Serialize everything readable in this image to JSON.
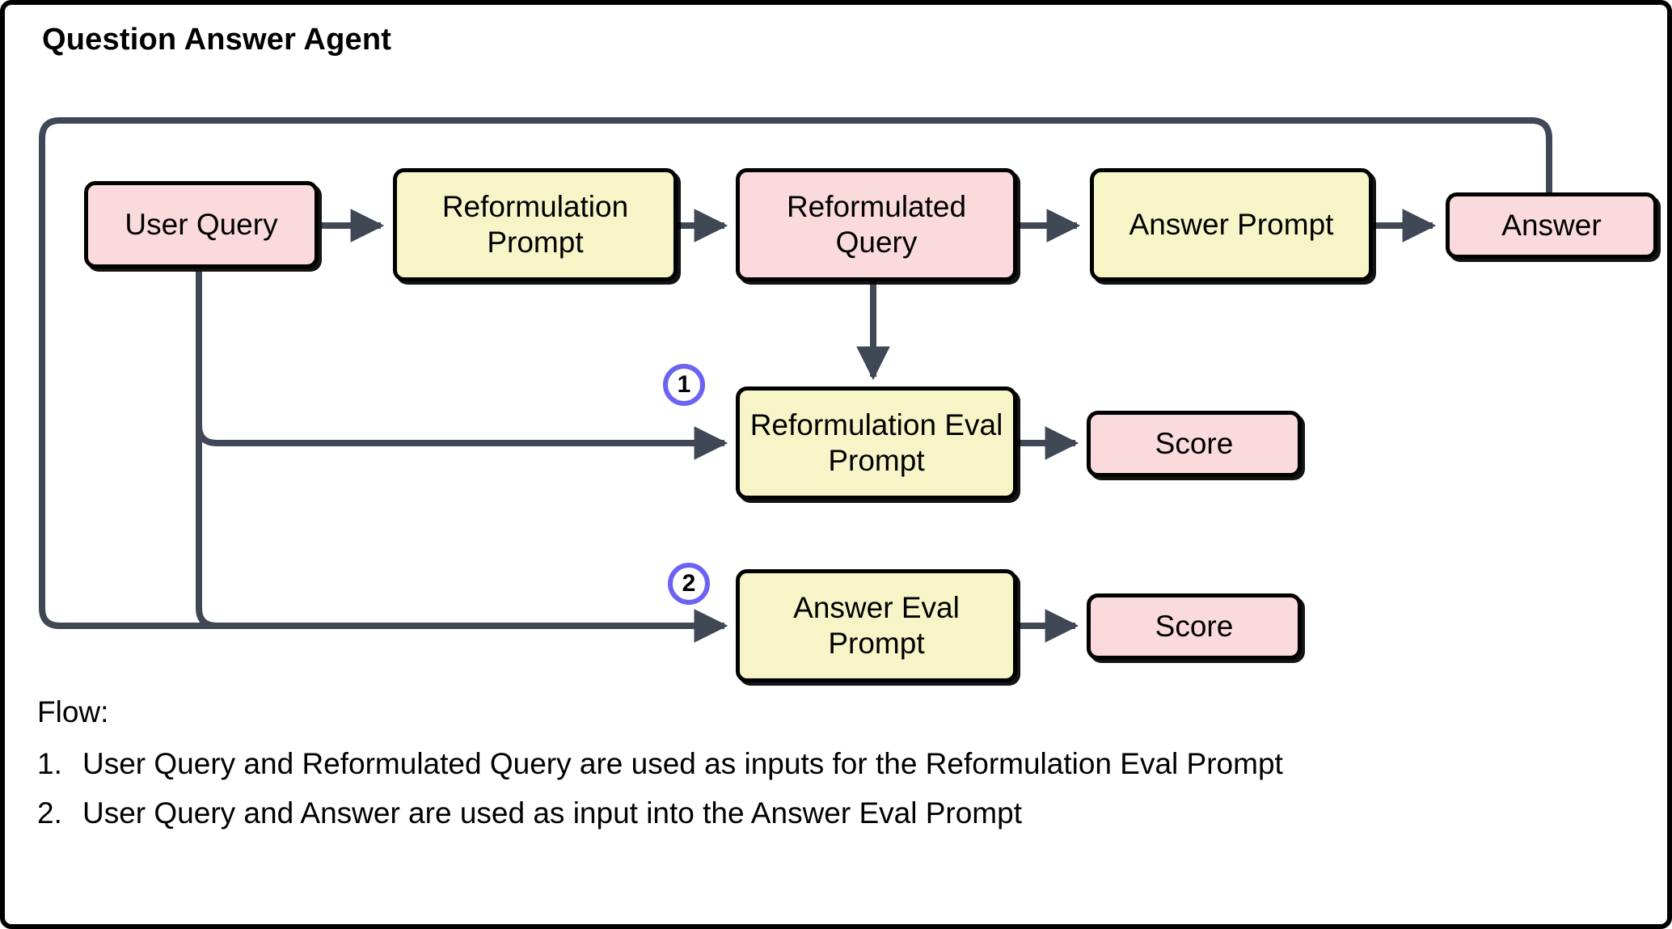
{
  "title": "Question Answer Agent",
  "colors": {
    "source_fill": "#FADADD",
    "prompt_fill": "#F7F5C8",
    "node_border": "#000000",
    "edge": "#3F4854",
    "badge_ring": "#6B63F2",
    "frame_border": "#000000",
    "background": "#FFFFFF"
  },
  "nodes": {
    "user_query": {
      "label": "User Query",
      "kind": "pink"
    },
    "reformulation_prompt": {
      "label": "Reformulation Prompt",
      "kind": "yellow"
    },
    "reformulated_query": {
      "label": "Reformulated Query",
      "kind": "pink"
    },
    "answer_prompt": {
      "label": "Answer Prompt",
      "kind": "yellow"
    },
    "answer": {
      "label": "Answer",
      "kind": "pink"
    },
    "reformulation_eval_prompt": {
      "label": "Reformulation Eval Prompt",
      "kind": "yellow"
    },
    "answer_eval_prompt": {
      "label": "Answer Eval Prompt",
      "kind": "yellow"
    },
    "reformulation_score": {
      "label": "Score",
      "kind": "pink"
    },
    "answer_score": {
      "label": "Score",
      "kind": "pink"
    }
  },
  "badges": [
    {
      "id": "badge-1",
      "label": "1"
    },
    {
      "id": "badge-2",
      "label": "2"
    }
  ],
  "edges": [
    {
      "from": "User Query",
      "to": "Reformulation Prompt"
    },
    {
      "from": "Reformulation Prompt",
      "to": "Reformulated Query"
    },
    {
      "from": "Reformulated Query",
      "to": "Answer Prompt"
    },
    {
      "from": "Answer Prompt",
      "to": "Answer"
    },
    {
      "from": "Reformulated Query",
      "to": "Reformulation Eval Prompt"
    },
    {
      "from": "User Query",
      "to": "Reformulation Eval Prompt"
    },
    {
      "from": "User Query",
      "to": "Answer Eval Prompt"
    },
    {
      "from": "Answer",
      "to": "Answer Eval Prompt"
    },
    {
      "from": "Reformulation Eval Prompt",
      "to": "Score"
    },
    {
      "from": "Answer Eval Prompt",
      "to": "Score"
    }
  ],
  "notes": {
    "heading": "Flow:",
    "items": [
      {
        "num": "1.",
        "text": "User Query and Reformulated Query are used as inputs for the Reformulation Eval Prompt"
      },
      {
        "num": "2.",
        "text": "User Query and Answer are used as input into the Answer Eval Prompt"
      }
    ]
  }
}
